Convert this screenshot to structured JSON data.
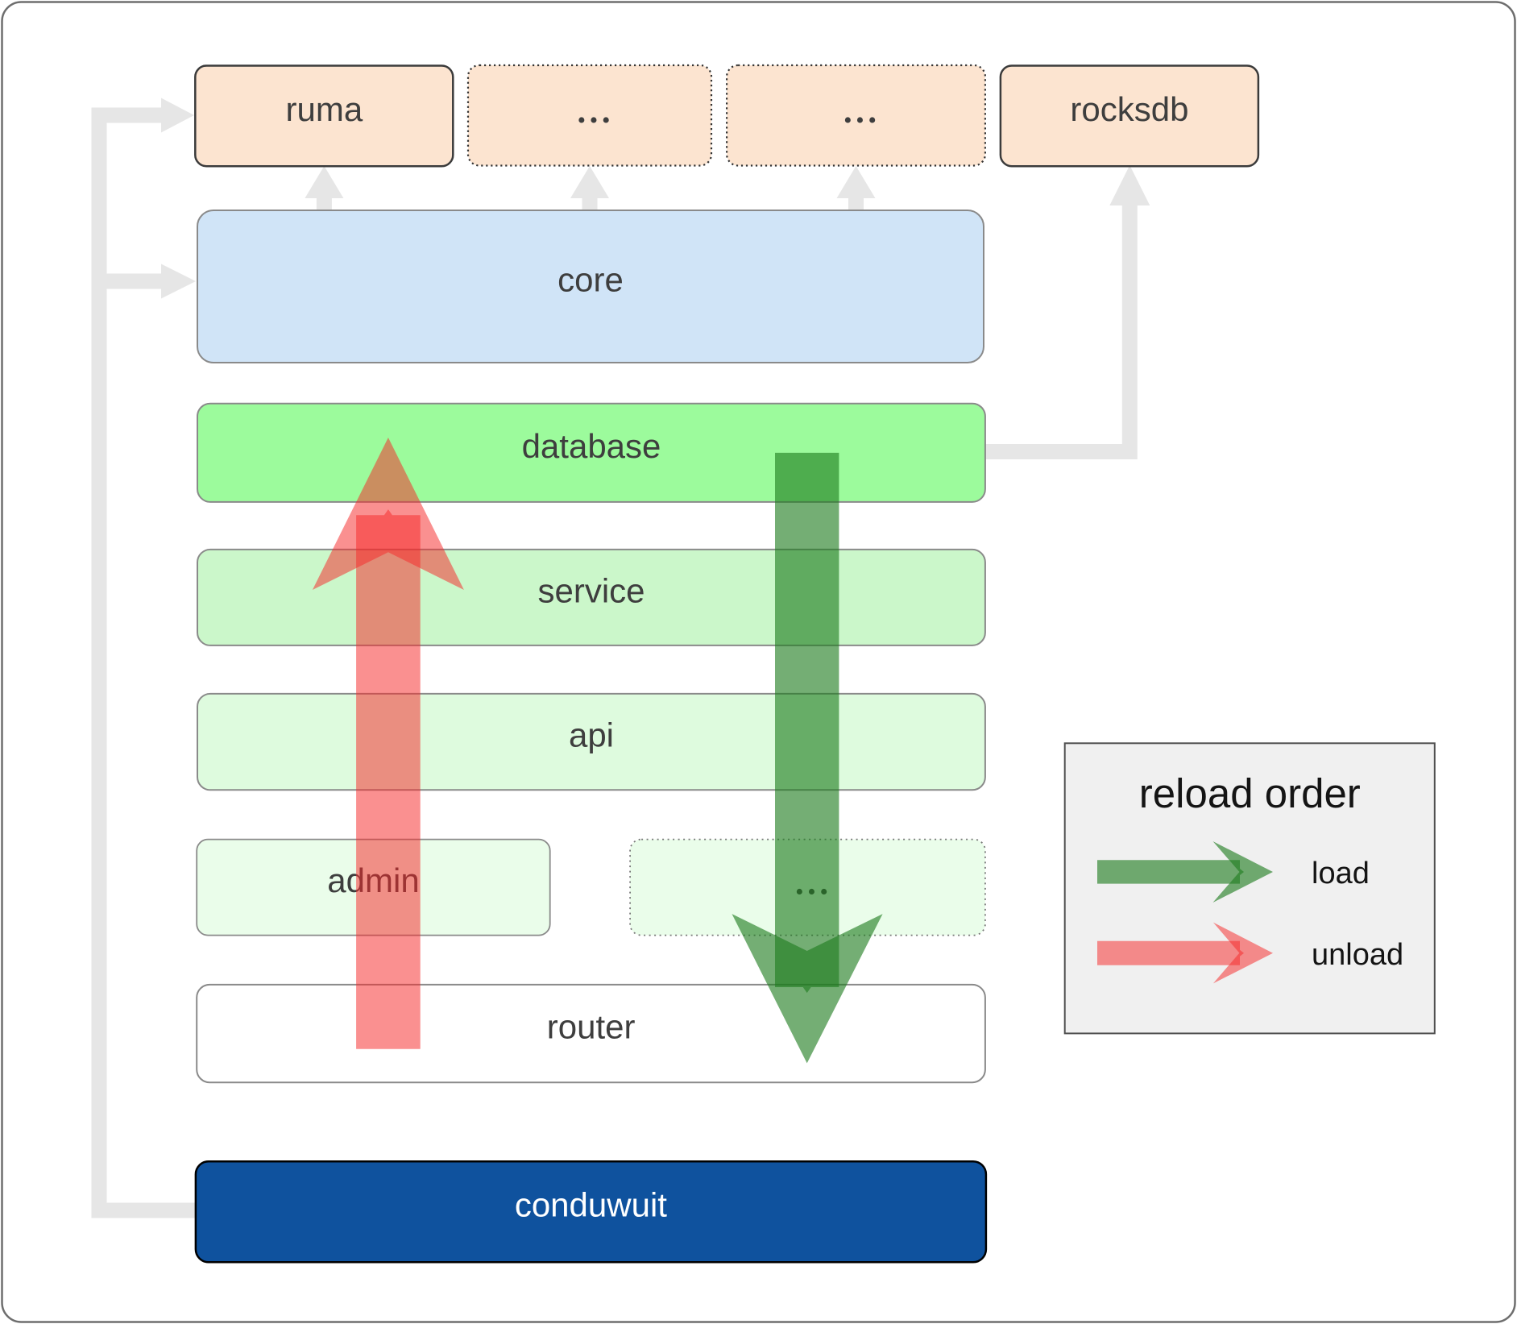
{
  "colors": {
    "background": "#ffffff",
    "frame_border": "#6e6e6e",
    "crate_fill": "#fce4d0",
    "crate_border": "#3b3b3b",
    "core_fill": "#d0e4f7",
    "database_fill": "#9cfb9c",
    "service_fill": "#cbf7ca",
    "api_fill": "#defbde",
    "admin_fill": "#eafdea",
    "router_fill": "#ffffff",
    "conduwuit_fill": "#0f529e",
    "gray_box_border": "#8a8a8a",
    "connector": "#e6e6e6",
    "load_arrow": "#1e7d1e",
    "unload_arrow": "#f52a2a",
    "label_text": "#3e3e3e",
    "legend_bg": "#f0f0f0",
    "legend_border": "#4f4f4f"
  },
  "boxes": [
    {
      "id": "ruma",
      "label": "ruma",
      "fill": "#fce4d0",
      "border": "solid"
    },
    {
      "id": "crate-more-1",
      "label": "...",
      "fill": "#fce4d0",
      "border": "dotted"
    },
    {
      "id": "crate-more-2",
      "label": "...",
      "fill": "#fce4d0",
      "border": "dotted"
    },
    {
      "id": "rocksdb",
      "label": "rocksdb",
      "fill": "#fce4d0",
      "border": "solid"
    },
    {
      "id": "core",
      "label": "core",
      "fill": "#d0e4f7",
      "border": "solid"
    },
    {
      "id": "database",
      "label": "database",
      "fill": "#9cfb9c",
      "border": "solid"
    },
    {
      "id": "service",
      "label": "service",
      "fill": "#cbf7ca",
      "border": "solid"
    },
    {
      "id": "api",
      "label": "api",
      "fill": "#defbde",
      "border": "solid"
    },
    {
      "id": "admin",
      "label": "admin",
      "fill": "#eafdea",
      "border": "solid"
    },
    {
      "id": "admin-more",
      "label": "...",
      "fill": "#eafdea",
      "border": "dotted"
    },
    {
      "id": "router",
      "label": "router",
      "fill": "#ffffff",
      "border": "solid"
    },
    {
      "id": "conduwuit",
      "label": "conduwuit",
      "fill": "#0f529e",
      "border": "solid"
    }
  ],
  "flows": {
    "load": {
      "label": "load",
      "color": "#1e7d1e",
      "direction": "down",
      "from": "database",
      "to": "router"
    },
    "unload": {
      "label": "unload",
      "color": "#f52a2a",
      "direction": "up",
      "from": "router",
      "to": "database"
    }
  },
  "legend": {
    "title": "reload order",
    "items": [
      {
        "label": "load",
        "color": "#1e7d1e"
      },
      {
        "label": "unload",
        "color": "#f52a2a"
      }
    ]
  }
}
